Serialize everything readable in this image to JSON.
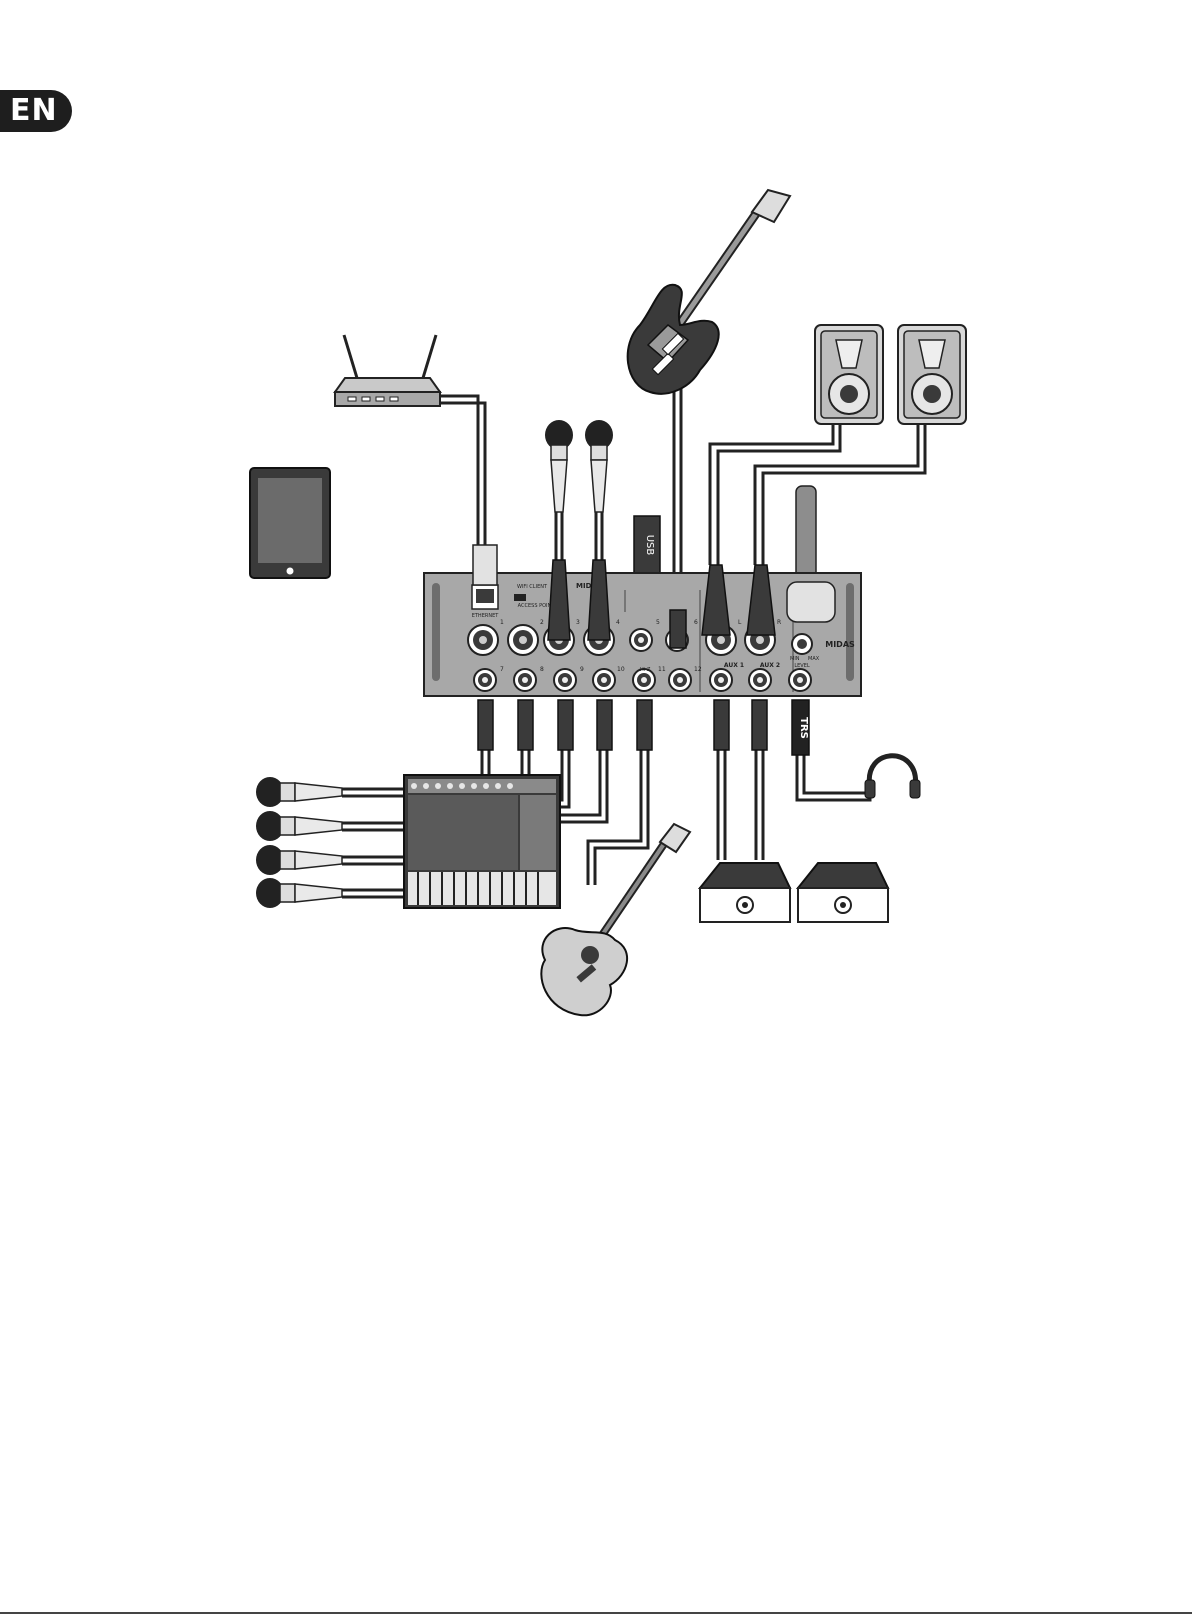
{
  "language_tab": "EN",
  "labels": {
    "usb": "USB",
    "trs": "TRS",
    "ethernet": "ETHERNET",
    "wifi_client": "WIFI CLIENT",
    "access_point": "ACCESS POINT",
    "midi": "MIDI",
    "aux1": "AUX 1",
    "aux2": "AUX 2",
    "min": "MIN",
    "max": "MAX",
    "level": "LEVEL",
    "brand": "MIDAS",
    "hi_z": "Hi-Z",
    "l": "L",
    "r": "R",
    "ch1": "1",
    "ch2": "2",
    "ch3": "3",
    "ch4": "4",
    "ch5": "5",
    "ch6": "6",
    "ch7": "7",
    "ch8": "8",
    "ch9": "9",
    "ch10": "10",
    "ch11": "11",
    "ch12": "12"
  },
  "colors": {
    "panel": "#a8a8a8",
    "dark": "#3a3a3a",
    "cable": "#222222"
  }
}
